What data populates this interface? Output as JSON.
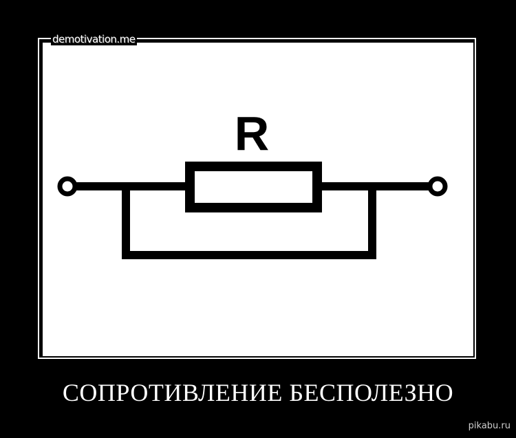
{
  "watermark": "demotivation.me",
  "diagram": {
    "resistor_label": "R"
  },
  "caption": "СОПРОТИВЛЕНИЕ БЕСПОЛЕЗНО",
  "site": "pikabu.ru",
  "colors": {
    "background": "#000000",
    "panel": "#ffffff",
    "ink": "#000000"
  }
}
